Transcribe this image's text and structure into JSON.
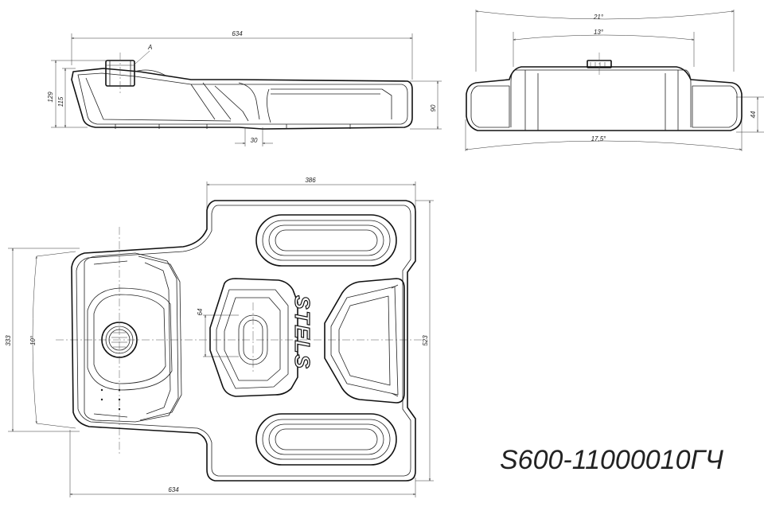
{
  "drawing": {
    "part_number": "S600-11000010ГЧ",
    "logo_text": "STELS",
    "side_view": {
      "overall_length": "634",
      "height_outer": "129",
      "height_inner": "115",
      "depth": "90",
      "gap": "30",
      "section_label": "A"
    },
    "end_view": {
      "angle_outer": "21°",
      "angle_inner": "13°",
      "angle_bottom": "17,5°",
      "thickness": "44"
    },
    "top_view": {
      "width_top": "386",
      "overall_length": "634",
      "height_left": "333",
      "height_right": "523",
      "pocket_height": "64",
      "angle": "10°"
    }
  }
}
